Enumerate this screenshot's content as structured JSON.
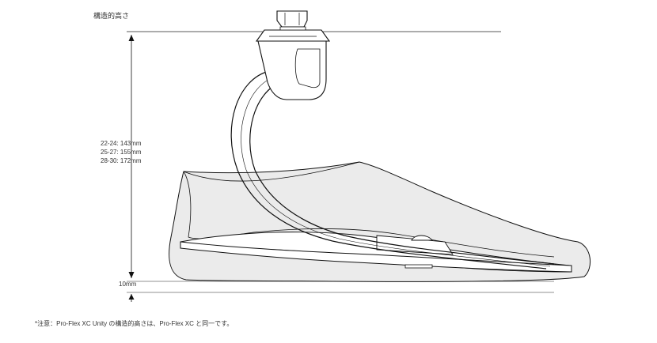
{
  "diagram": {
    "title": "構造的高さ",
    "heights": [
      "22-24: 143mm",
      "25-27: 155mm",
      "28-30: 172mm"
    ],
    "bottom_offset": "10mm",
    "note": "*注意：Pro-Flex XC Unity の構造的高さは、Pro-Flex XC と同一です。"
  },
  "colors": {
    "line": "#111111",
    "shell_fill": "#ebebeb",
    "text": "#333333"
  }
}
